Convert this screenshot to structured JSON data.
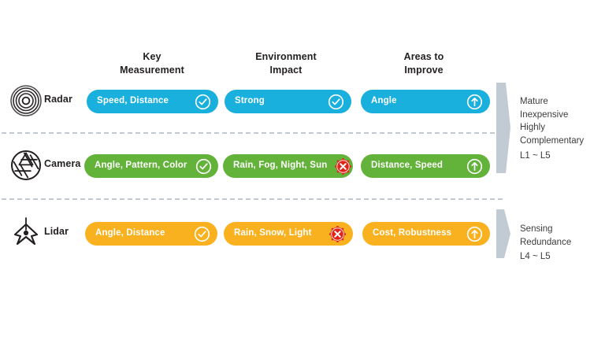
{
  "headers": [
    {
      "name": "key-measurement",
      "line1": "Key",
      "line2": "Measurement"
    },
    {
      "name": "environment-impact",
      "line1": "Environment",
      "line2": "Impact"
    },
    {
      "name": "areas-to-improve",
      "line1": "Areas to",
      "line2": "Improve"
    }
  ],
  "rows": [
    {
      "id": "radar",
      "label": "Radar",
      "icon": "radar-waves-icon",
      "color": "#19b0dd",
      "cells": [
        {
          "text": "Speed, Distance",
          "status": "check-icon"
        },
        {
          "text": "Strong",
          "status": "check-icon"
        },
        {
          "text": "Angle",
          "status": "arrow-up-icon"
        }
      ]
    },
    {
      "id": "camera",
      "label": "Camera",
      "icon": "camera-aperture-icon",
      "color": "#63b23a",
      "cells": [
        {
          "text": "Angle, Pattern, Color",
          "status": "check-icon"
        },
        {
          "text": "Rain, Fog, Night, Sun",
          "status": "x-cross-icon"
        },
        {
          "text": "Distance, Speed",
          "status": "arrow-up-icon"
        }
      ]
    },
    {
      "id": "lidar",
      "label": "Lidar",
      "icon": "lidar-beam-icon",
      "color": "#f9b120",
      "cells": [
        {
          "text": "Angle, Distance",
          "status": "check-icon"
        },
        {
          "text": "Rain, Snow, Light",
          "status": "x-cross-icon"
        },
        {
          "text": "Cost, Robustness",
          "status": "arrow-up-icon"
        }
      ]
    }
  ],
  "notes": [
    {
      "id": "radar-camera-note",
      "lines": [
        "Mature",
        "Inexpensive",
        "Highly",
        "Complementary"
      ],
      "level": "L1 ~ L5"
    },
    {
      "id": "lidar-note",
      "lines": [
        "Sensing",
        "Redundance"
      ],
      "level": "L4 ~ L5"
    }
  ],
  "colors": {
    "radar": "#19b0dd",
    "camera": "#63b23a",
    "lidar": "#f9b120",
    "negative": "#e2231a",
    "divider": "#c3c9d1",
    "arrow": "#c2cad4",
    "text": "#231f20"
  }
}
